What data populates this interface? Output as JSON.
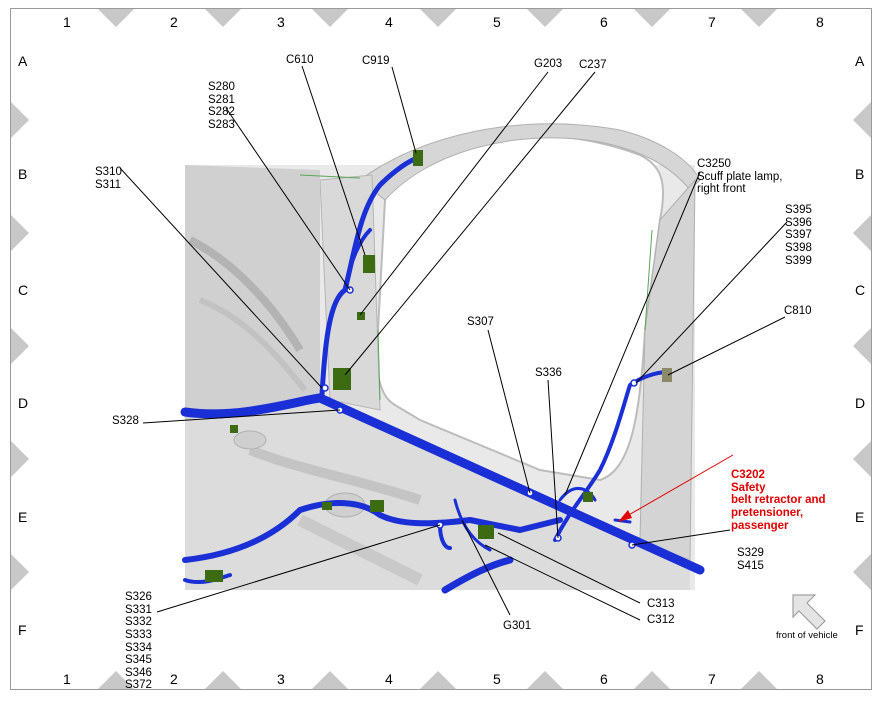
{
  "grid": {
    "columns": [
      "1",
      "2",
      "3",
      "4",
      "5",
      "6",
      "7",
      "8"
    ],
    "rows": [
      "A",
      "B",
      "C",
      "D",
      "E",
      "F"
    ]
  },
  "callouts": {
    "s280": [
      "S280",
      "S281",
      "S282",
      "S283"
    ],
    "c610": [
      "C610"
    ],
    "c919": [
      "C919"
    ],
    "g203": [
      "G203"
    ],
    "c237": [
      "C237"
    ],
    "c3250": [
      "C3250",
      "Scuff plate lamp,",
      "right front"
    ],
    "s310": [
      "S310",
      "S311"
    ],
    "s395": [
      "S395",
      "S396",
      "S397",
      "S398",
      "S399"
    ],
    "c810": [
      "C810"
    ],
    "s307": [
      "S307"
    ],
    "s336": [
      "S336"
    ],
    "s328": [
      "S328"
    ],
    "c3202": [
      "C3202",
      "Safety",
      "belt retractor and",
      "pretensioner,",
      "passenger"
    ],
    "s329": [
      "S329",
      "S415"
    ],
    "s326": [
      "S326",
      "S331",
      "S332",
      "S333",
      "S334",
      "S345",
      "S346",
      "S372"
    ],
    "g301": [
      "G301"
    ],
    "c313": [
      "C313"
    ],
    "c312": [
      "C312"
    ]
  },
  "orientation": {
    "label": "front of vehicle",
    "icon": "arrow-up-left-icon"
  },
  "colors": {
    "harness": "#1a2fd6",
    "connector": "#3d6b12",
    "highlight": "#e00000",
    "frame": "#9a9a9a",
    "marker": "#c8c8c8"
  }
}
